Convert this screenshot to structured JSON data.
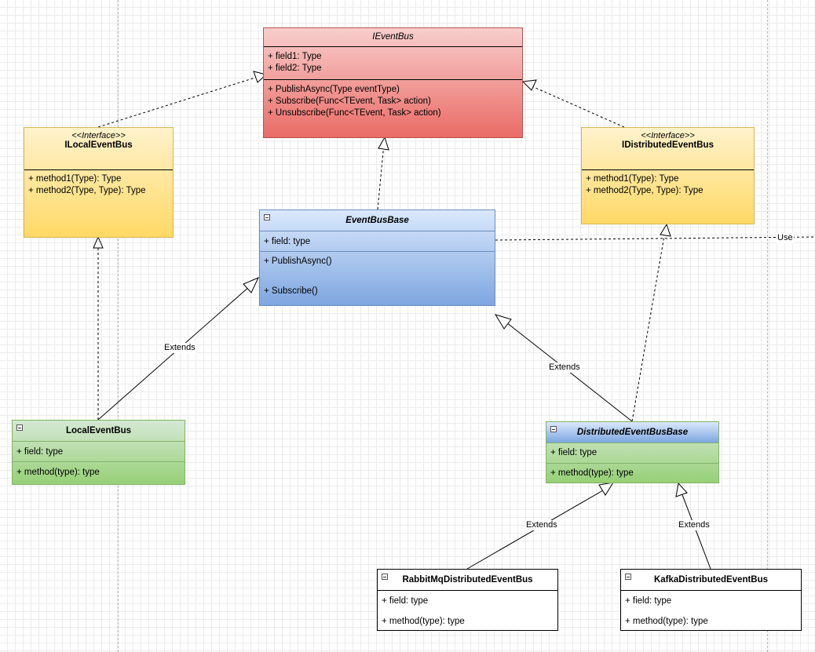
{
  "classes": {
    "ieventbus": {
      "name": "IEventBus",
      "fields": [
        "+ field1: Type",
        "+ field2: Type"
      ],
      "methods": [
        "+ PublishAsync(Type eventType)",
        "+ Subscribe(Func<TEvent, Task> action)",
        "+ Unsubscribe(Func<TEvent, Task> action)"
      ]
    },
    "ilocaleventbus": {
      "stereotype": "<<Interface>>",
      "name": "ILocalEventBus",
      "methods": [
        "+ method1(Type): Type",
        "+ method2(Type, Type): Type"
      ]
    },
    "idistributedeventbus": {
      "stereotype": "<<Interface>>",
      "name": "IDistributedEventBus",
      "methods": [
        "+ method1(Type): Type",
        "+ method2(Type, Type): Type"
      ]
    },
    "eventbusbase": {
      "name": "EventBusBase",
      "fields": [
        "+ field: type"
      ],
      "methods": [
        "+ PublishAsync()",
        "+ Subscribe()"
      ]
    },
    "localeventbus": {
      "name": "LocalEventBus",
      "fields": [
        "+ field: type"
      ],
      "methods": [
        "+ method(type): type"
      ]
    },
    "distributedeventbusbase": {
      "name": "DistributedEventBusBase",
      "fields": [
        "+ field: type"
      ],
      "methods": [
        "+ method(type): type"
      ]
    },
    "rabbitmq": {
      "name": "RabbitMqDistributedEventBus",
      "fields": [
        "+ field: type"
      ],
      "methods": [
        "+ method(type): type"
      ]
    },
    "kafka": {
      "name": "KafkaDistributedEventBus",
      "fields": [
        "+ field: type"
      ],
      "methods": [
        "+ method(type): type"
      ]
    }
  },
  "edges": {
    "extends": "Extends",
    "use": "Use"
  },
  "colors": {
    "interface_fill": "#fff2cc",
    "root_fill": "#f8cecc",
    "base_fill": "#dae8fc",
    "impl_fill": "#d5e8d4"
  }
}
